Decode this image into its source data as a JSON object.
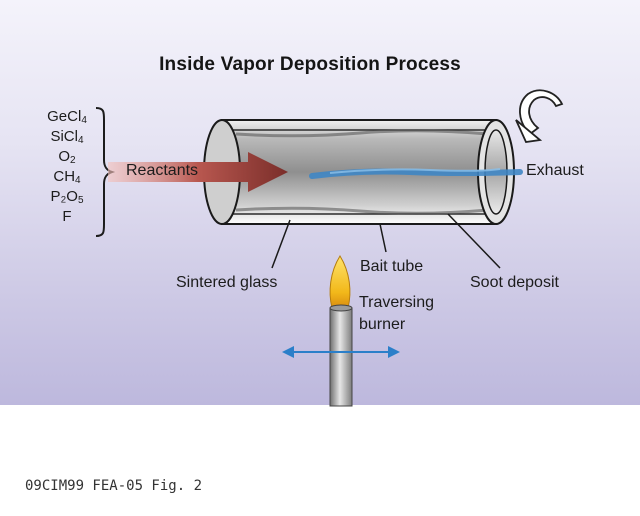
{
  "title": "Inside Vapor Deposition Process",
  "reactants": [
    {
      "base": "GeCl",
      "sub": "4"
    },
    {
      "base": "SiCl",
      "sub": "4"
    },
    {
      "base": "O",
      "sub": "2"
    },
    {
      "base": "CH",
      "sub": "4"
    },
    {
      "base": "P₂O",
      "sub": "5"
    },
    {
      "base": "F",
      "sub": ""
    }
  ],
  "labels": {
    "reactants": "Reactants",
    "exhaust": "Exhaust",
    "sintered_glass": "Sintered glass",
    "bait_tube": "Bait tube",
    "soot_deposit": "Soot deposit",
    "burner_line1": "Traversing",
    "burner_line2": "burner"
  },
  "footer": "09CIM99 FEA-05 Fig. 2",
  "colors": {
    "reactant_arrow": "#8a3a36",
    "exhaust_stream": "#3f86c4",
    "flame": "#f2c21a",
    "traverse_arrow": "#2b7fc9"
  }
}
